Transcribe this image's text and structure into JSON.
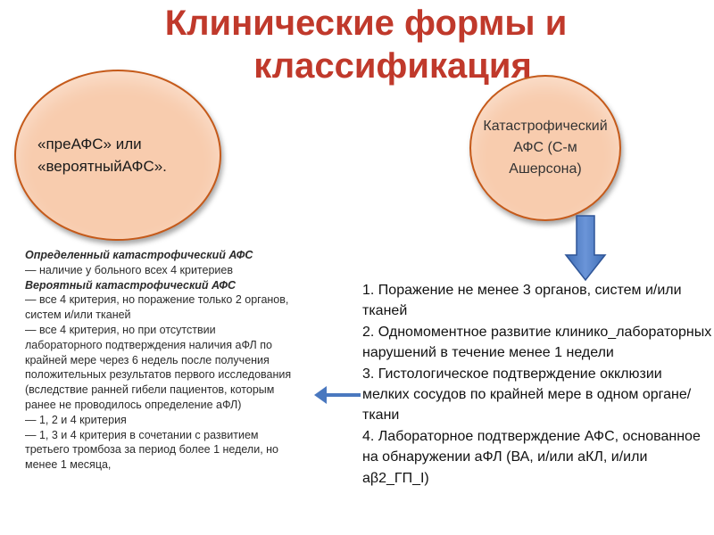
{
  "title": {
    "line1": "Клинические формы и",
    "line2": "классификация"
  },
  "oval_left": {
    "line1": "«преАФС» или",
    "line2": "«вероятныйАФС»."
  },
  "oval_right": {
    "text": "Катастрофический АФС (С-м Ашерсона)"
  },
  "left_text": [
    {
      "text": "Определенный катастрофический АФС",
      "style": "bold-italic"
    },
    {
      "text": "— наличие у больного всех 4 критериев",
      "style": "normal"
    },
    {
      "text": "Вероятный катастрофический АФС",
      "style": "bold-italic"
    },
    {
      "text": "— все 4 критерия, но поражение только 2 органов, систем и/или тканей",
      "style": "normal"
    },
    {
      "text": "— все 4 критерия, но при отсутствии лабораторного подтверждения наличия аФЛ по крайней мере через 6 недель после получения положительных результатов первого исследования (вследствие ранней гибели пациентов, которым ранее не проводилось определение аФЛ)",
      "style": "normal"
    },
    {
      "text": "— 1, 2 и 4 критерия",
      "style": "normal"
    },
    {
      "text": "— 1, 3 и 4 критерия в сочетании с развитием третьего тромбоза за период более 1 недели, но менее 1 месяца,",
      "style": "normal"
    }
  ],
  "right_text": [
    "1. Поражение не менее 3 органов, систем и/или тканей",
    "2. Одномоментное развитие клинико_лабораторных нарушений в течение менее 1 недели",
    "3. Гистологическое подтверждение окклюзии мелких сосудов по крайней мере в одном органе/ткани",
    "4. Лабораторное подтверждение АФС, основанное на обнаружении аФЛ (ВА, и/или аКЛ, и/или аβ2_ГП_I)"
  ],
  "colors": {
    "title": "#c0392b",
    "oval_fill": "#f8ccae",
    "oval_border": "#c55a1a",
    "arrow": "#4a78bf"
  },
  "icons": {
    "down_arrow": "down-arrow-icon",
    "left_arrow": "left-arrow-icon"
  }
}
